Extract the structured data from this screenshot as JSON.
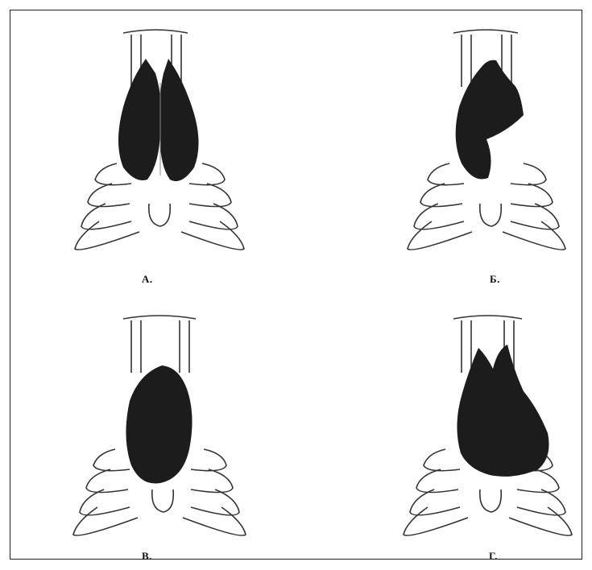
{
  "figure": {
    "panels": [
      {
        "id": "A",
        "label": "А."
      },
      {
        "id": "B",
        "label": "Б."
      },
      {
        "id": "V",
        "label": "В."
      },
      {
        "id": "G",
        "label": "Г."
      }
    ]
  },
  "colors": {
    "ink": "#1a1a1a",
    "paper": "#ffffff",
    "thymus": "#1c1c1c"
  }
}
